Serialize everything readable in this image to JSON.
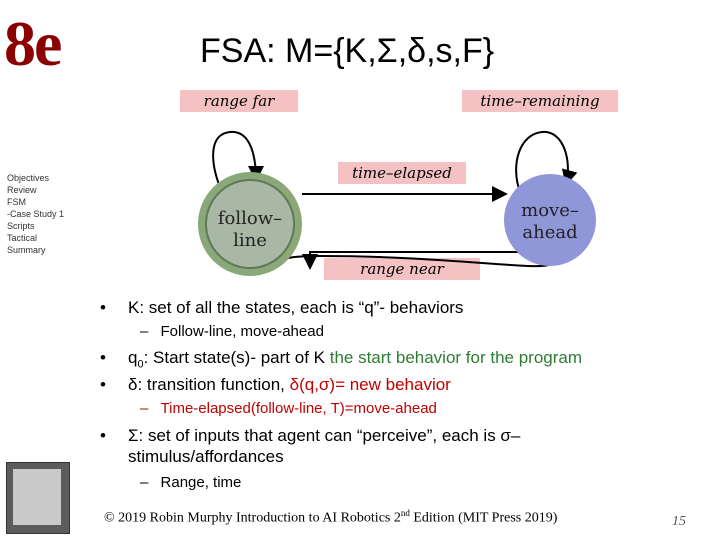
{
  "logo": "8e",
  "sidebar": {
    "items": [
      {
        "label": "Objectives"
      },
      {
        "label": "Review"
      },
      {
        "label": "FSM"
      },
      {
        "label": "-Case Study 1"
      },
      {
        "label": "Scripts"
      },
      {
        "label": "Tactical"
      },
      {
        "label": "Summary"
      }
    ]
  },
  "title": "FSA: M={K,Σ,δ,s,F}",
  "diagram": {
    "state_follow": "follow–",
    "state_follow_2": "line",
    "state_move": "move–",
    "state_move_2": "ahead",
    "label_range_far": "range far",
    "label_time_remaining": "time–remaining",
    "label_time_elapsed": "time–elapsed",
    "label_range_near": "range near",
    "colors": {
      "follow_fill": "#a9b8a4",
      "follow_ring": "#8aa87a",
      "move_fill": "#8f97d8",
      "label_bg": "#f4c2c2"
    }
  },
  "bullets": {
    "b1": "K: set of all the states, each is “q”- behaviors",
    "b1_sub": "Follow-line, move-ahead",
    "b2_pre": "q",
    "b2_sub0": "0",
    "b2_mid": ": Start state(s)- part of K ",
    "b2_green": "the start behavior for the program",
    "b3_pre": "δ: transition function, ",
    "b3_red": "δ(q,σ)= new behavior",
    "b3_sub": "Time-elapsed(follow-line, T)=move-ahead",
    "b4_line1": "Σ: set of inputs that agent can “perceive”, each is σ–",
    "b4_line2": "stimulus/affordances",
    "b4_sub": "Range, time",
    "dot": "•",
    "dash": "–"
  },
  "footer": {
    "text_a": "© 2019 Robin Murphy Introduction to AI Robotics 2",
    "text_sup": "nd",
    "text_b": " Edition (MIT Press 2019)"
  },
  "page_number": "15"
}
